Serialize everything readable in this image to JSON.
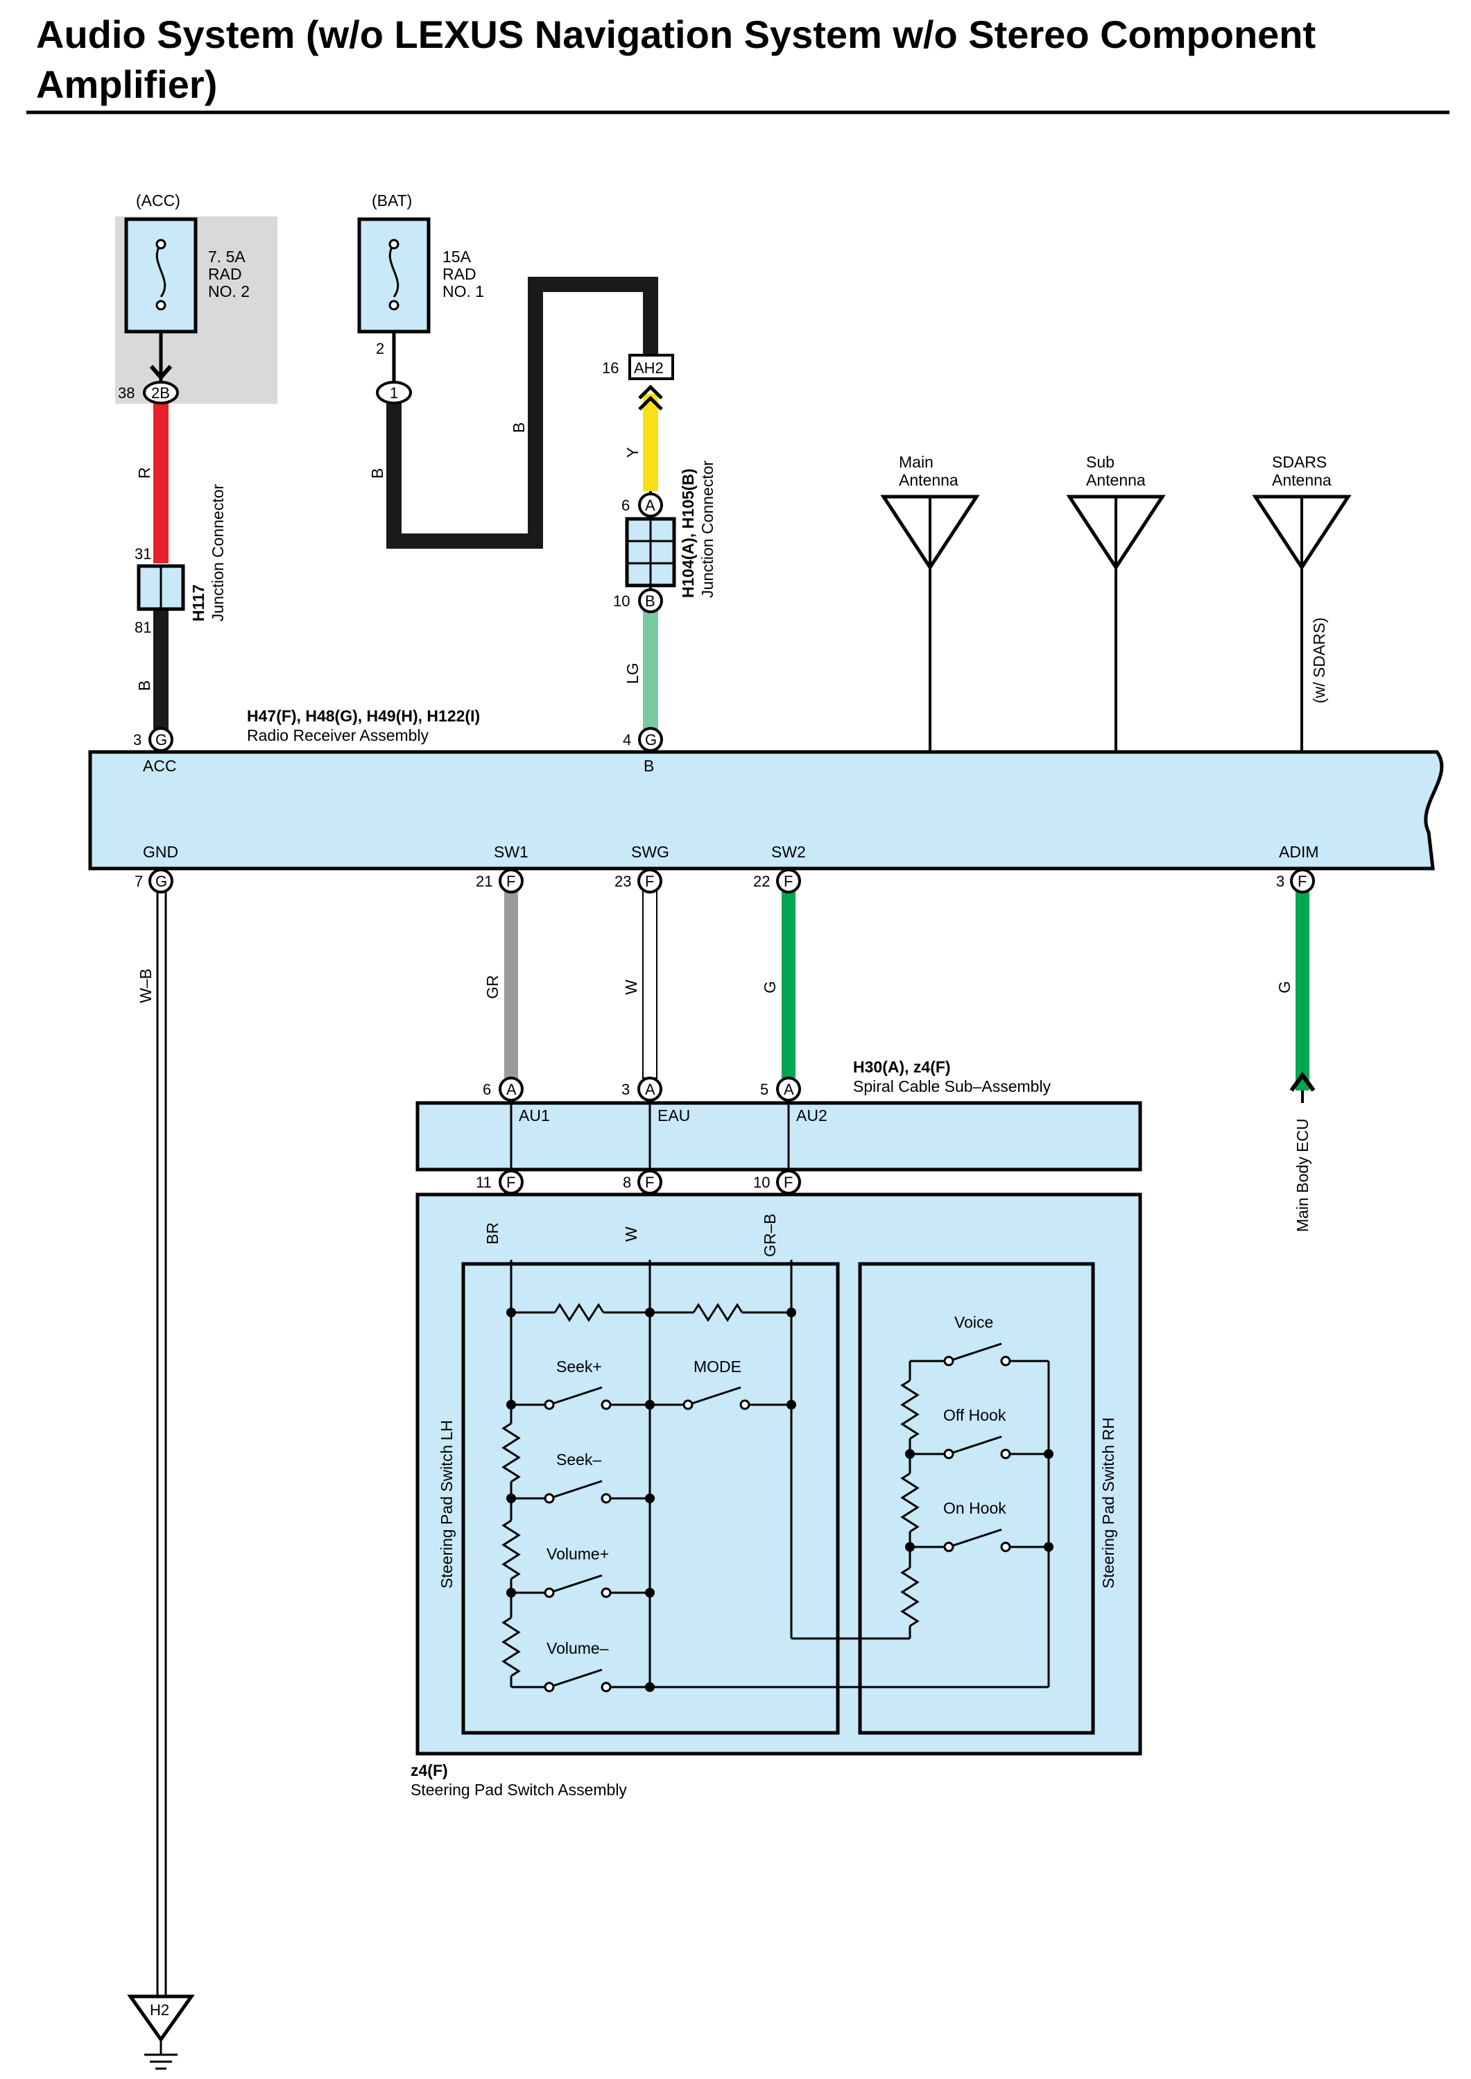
{
  "title": "Audio System (w/o LEXUS Navigation System w/o Stereo Component Amplifier)",
  "fuses": {
    "acc": {
      "supply": "(ACC)",
      "rating": "7. 5A",
      "name_l1": "RAD",
      "name_l2": "NO. 2"
    },
    "bat": {
      "supply": "(BAT)",
      "rating": "15A",
      "name_l1": "RAD",
      "name_l2": "NO. 1"
    }
  },
  "connector_pins": {
    "p38": "38",
    "p2B": "2B",
    "p2": "2",
    "p1": "1",
    "p16": "16",
    "pAH2": "AH2",
    "p6a": "6",
    "pA1": "A",
    "p10": "10",
    "pB1": "B",
    "p31": "31",
    "p81": "81",
    "p3": "3",
    "pG1": "G",
    "p4": "4",
    "pG2": "G",
    "p7": "7",
    "pG3": "G",
    "p21": "21",
    "pF1": "F",
    "p23": "23",
    "pF2": "F",
    "p22": "22",
    "pF3": "F",
    "p3b": "3",
    "pF4": "F",
    "p6b": "6",
    "pA2": "A",
    "p3c": "3",
    "pA3": "A",
    "p5": "5",
    "pA4": "A",
    "p11": "11",
    "pF5": "F",
    "p8": "8",
    "pF6": "F",
    "p10b": "10",
    "pF7": "F"
  },
  "wires": {
    "r": "R",
    "b1": "B",
    "b2": "B",
    "b3": "B",
    "y": "Y",
    "lg": "LG",
    "wb": "W–B",
    "gr": "GR",
    "w1": "W",
    "g1": "G",
    "g2": "G",
    "br": "BR",
    "w2": "W",
    "grb": "GR–B"
  },
  "wire_colors": {
    "R": "#e8202a",
    "B": "#1a1a1a",
    "Y": "#f7e01a",
    "LG": "#7cc8a0",
    "W-B": "#ffffff",
    "GR": "#9b9b9b",
    "W": "#ffffff",
    "G": "#00a651",
    "BR": "#a0522d",
    "GR-B": "#9b9b9b"
  },
  "components": {
    "h117_code": "H117",
    "h117_name": "Junction Connector",
    "h104_code": "H104(A), H105(B)",
    "h104_name": "Junction Connector",
    "radio_code": "H47(F), H48(G), H49(H), H122(I)",
    "radio_name": "Radio Receiver Assembly",
    "spiral_code": "H30(A), z4(F)",
    "spiral_name": "Spiral Cable Sub–Assembly",
    "pad_code": "z4(F)",
    "pad_name": "Steering Pad Switch Assembly",
    "pad_lh": "Steering Pad Switch LH",
    "pad_rh": "Steering Pad Switch RH",
    "main_body_ecu": "Main Body ECU",
    "ground": "H2"
  },
  "antennas": {
    "main_l1": "Main",
    "main_l2": "Antenna",
    "sub_l1": "Sub",
    "sub_l2": "Antenna",
    "sdars_l1": "SDARS",
    "sdars_l2": "Antenna",
    "sdars_note": "(w/ SDARS)"
  },
  "terminals": {
    "acc": "ACC",
    "b": "B",
    "gnd": "GND",
    "sw1": "SW1",
    "swg": "SWG",
    "sw2": "SW2",
    "adim": "ADIM",
    "au1": "AU1",
    "eau": "EAU",
    "au2": "AU2"
  },
  "switches": {
    "seek_up": "Seek+",
    "mode": "MODE",
    "seek_down": "Seek–",
    "vol_up": "Volume+",
    "vol_down": "Volume–",
    "voice": "Voice",
    "off_hook": "Off Hook",
    "on_hook": "On Hook"
  },
  "colors": {
    "component_fill": "#c9e8f8",
    "fuse_box_fill": "#d9d9d9",
    "line": "#000000"
  }
}
